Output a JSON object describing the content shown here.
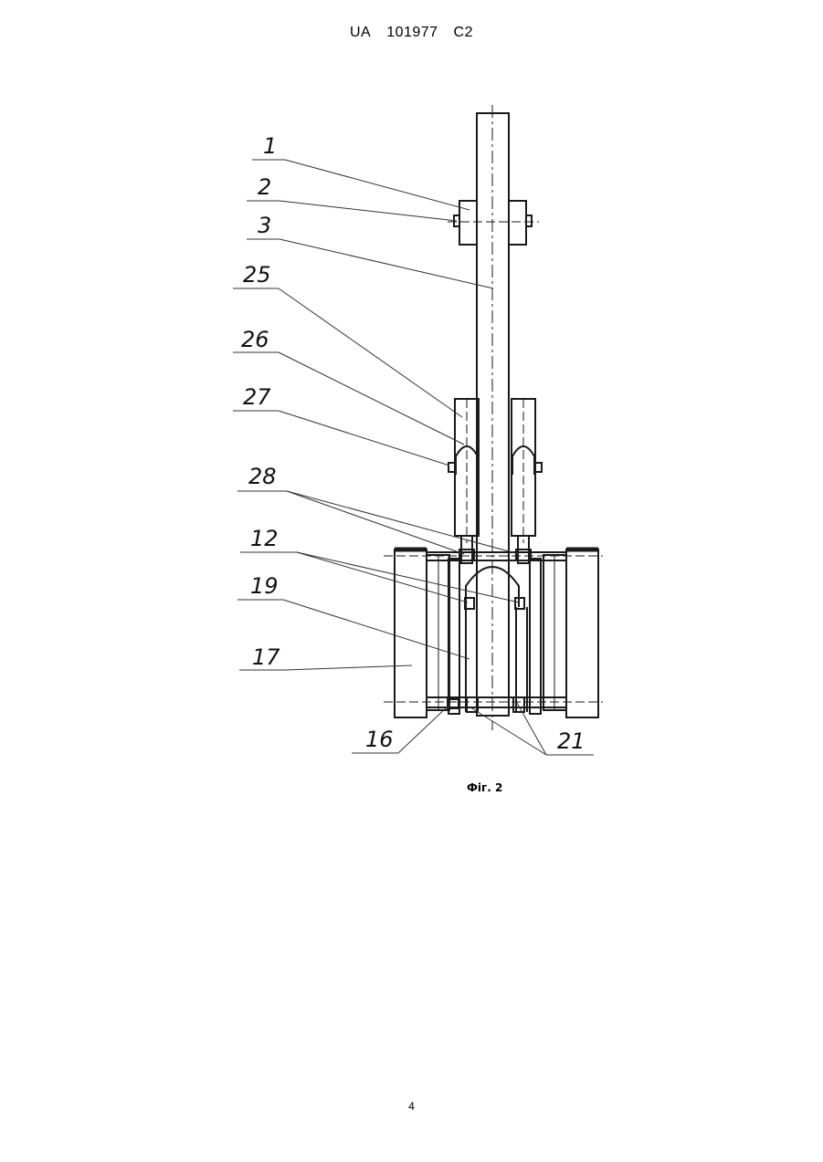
{
  "header": {
    "country_code": "UA",
    "patent_number": "101977",
    "kind_code": "C2"
  },
  "figure": {
    "caption": "Фіг. 2",
    "reference_labels": {
      "l1": "1",
      "l2": "2",
      "l3": "3",
      "l25": "25",
      "l26": "26",
      "l27": "27",
      "l28": "28",
      "l12": "12",
      "l19": "19",
      "l17": "17",
      "l16": "16",
      "l21": "21"
    }
  },
  "page_number": "4"
}
